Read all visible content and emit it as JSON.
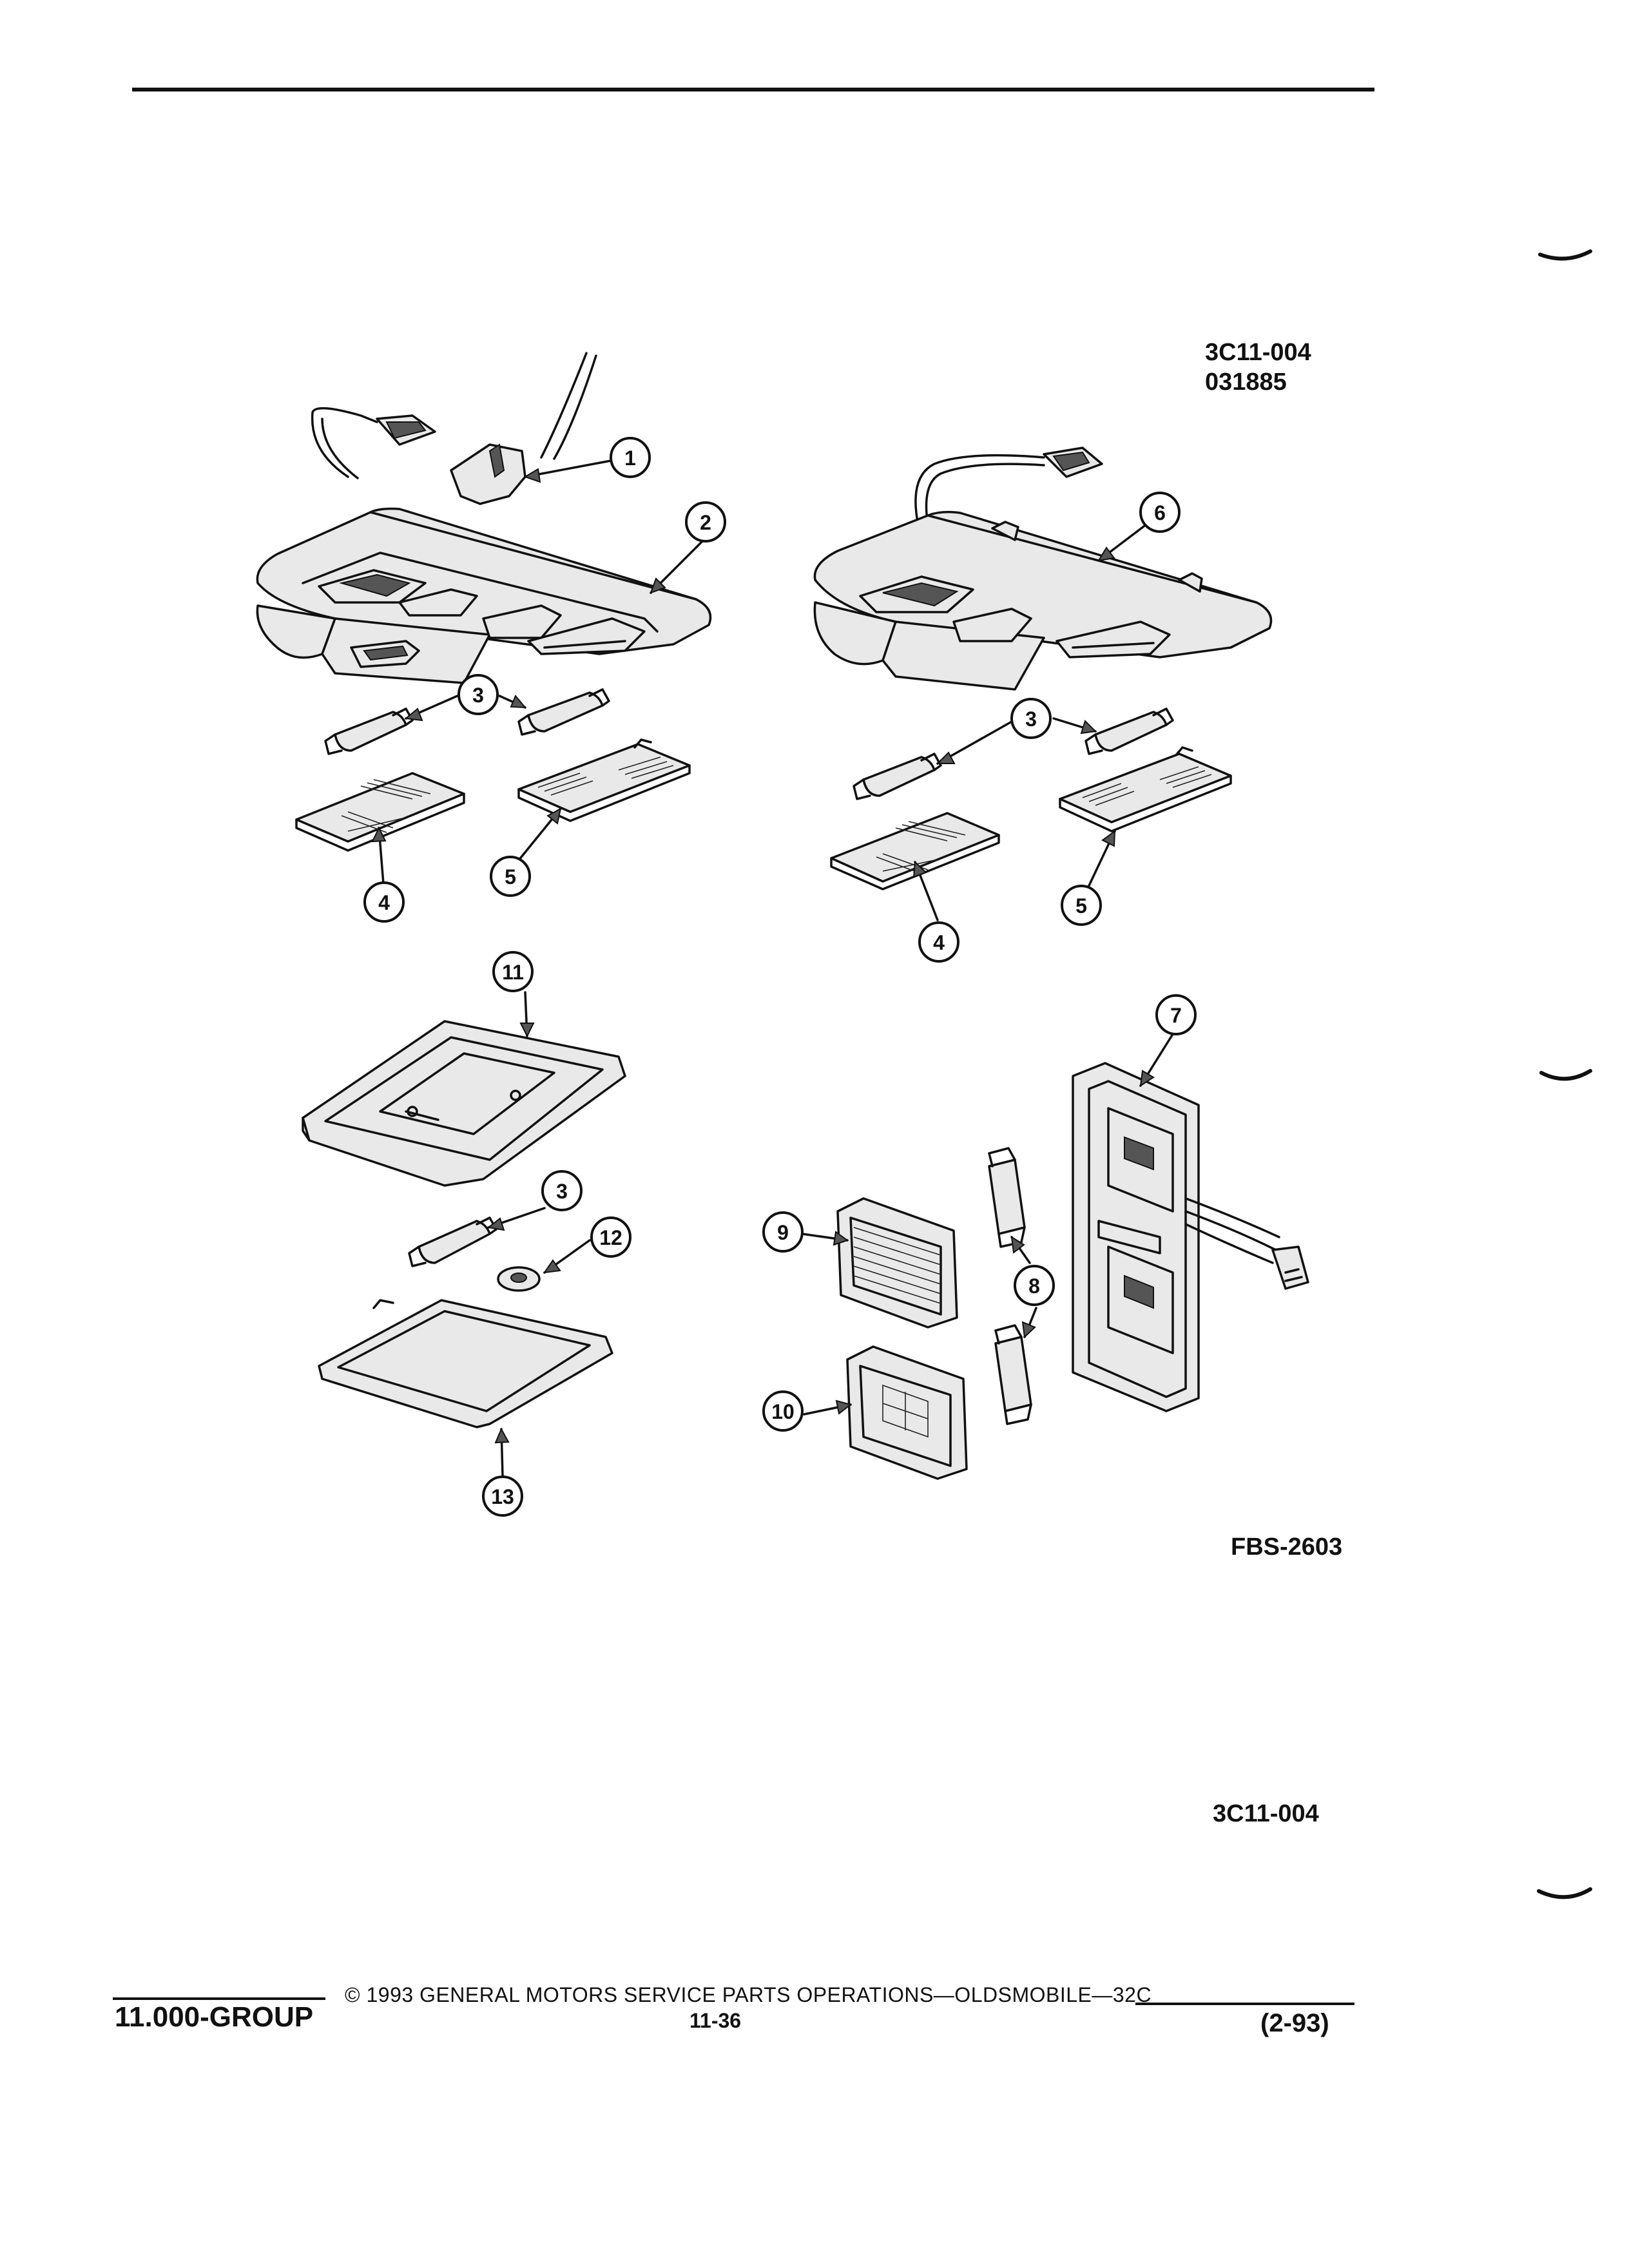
{
  "figure": {
    "code_top": "3C11-004",
    "code_top_sub": "031885",
    "code_mid": "FBS-2603",
    "code_bottom": "3C11-004"
  },
  "callouts": [
    "1",
    "2",
    "3",
    "3",
    "4",
    "5",
    "6",
    "3",
    "3",
    "4",
    "5",
    "11",
    "3",
    "12",
    "13",
    "7",
    "9",
    "8",
    "8",
    "10"
  ],
  "footer": {
    "group": "11.000-GROUP",
    "copyright": "© 1993 GENERAL MOTORS SERVICE PARTS OPERATIONS—OLDSMOBILE—32C",
    "page": "11-36",
    "date": "(2-93)"
  }
}
